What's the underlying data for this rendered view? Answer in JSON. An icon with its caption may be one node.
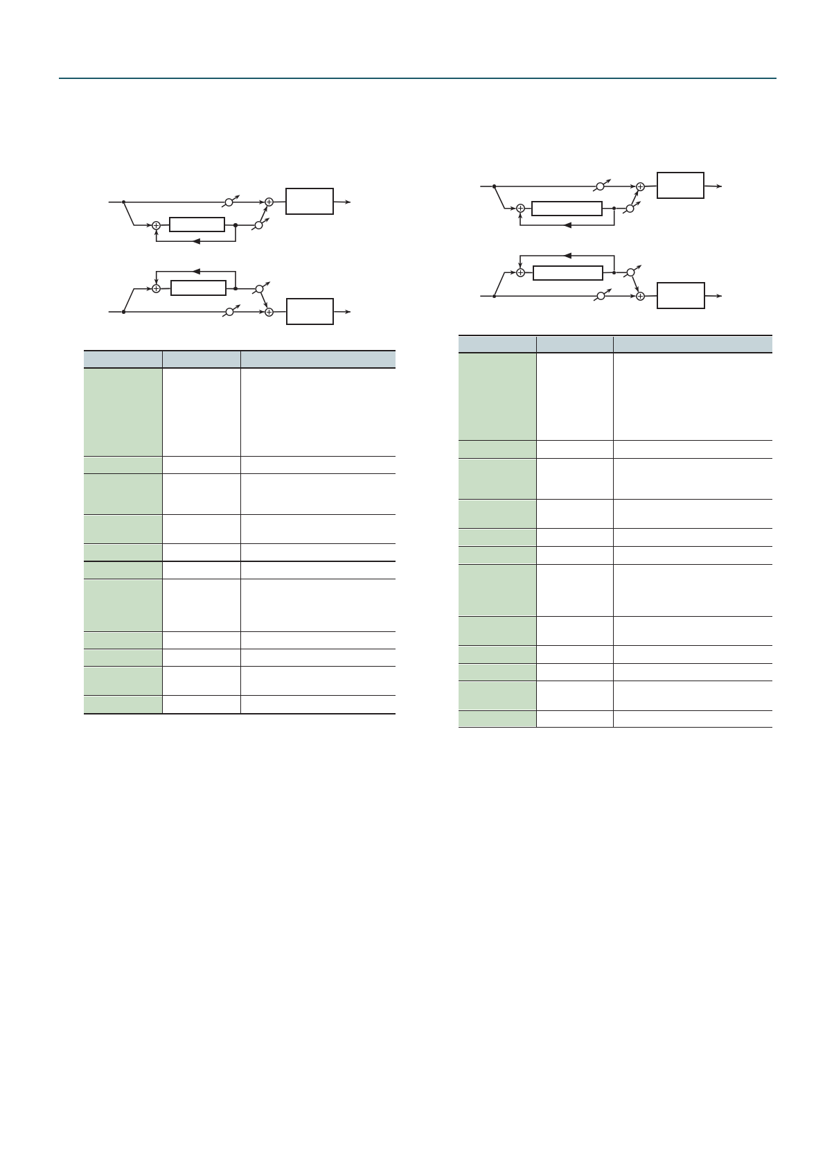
{
  "diagram": {
    "nodes": [
      {
        "text": [],
        "shape": "dot"
      },
      {
        "text": [],
        "shape": "circle"
      },
      {
        "text": [],
        "shape": "circle"
      },
      {
        "text": [],
        "shape": "box"
      },
      {
        "text": [],
        "shape": "circle"
      },
      {
        "text": [],
        "shape": "box"
      },
      {
        "text": [],
        "shape": "dot"
      },
      {
        "text": [],
        "shape": "circle"
      },
      {
        "text": [],
        "shape": "circle"
      },
      {
        "text": [],
        "shape": "box"
      },
      {
        "text": [],
        "shape": "dot"
      },
      {
        "text": [],
        "shape": "circle"
      },
      {
        "text": [],
        "shape": "dot"
      },
      {
        "text": [],
        "shape": "circle"
      },
      {
        "text": [],
        "shape": "circle"
      },
      {
        "text": [],
        "shape": "box"
      },
      {
        "text": [],
        "shape": "dot"
      },
      {
        "text": [],
        "shape": "circle"
      },
      {
        "text": [],
        "shape": "circle"
      },
      {
        "text": [],
        "shape": "box"
      },
      {
        "text": [],
        "shape": "circle"
      },
      {
        "text": [],
        "shape": "box"
      },
      {
        "text": [],
        "shape": "dot"
      },
      {
        "text": [],
        "shape": "circle"
      },
      {
        "text": [],
        "shape": "circle"
      },
      {
        "text": [],
        "shape": "box"
      },
      {
        "text": [],
        "shape": "dot"
      },
      {
        "text": [],
        "shape": "circle"
      },
      {
        "text": [],
        "shape": "dot"
      },
      {
        "text": [],
        "shape": "circle"
      },
      {
        "text": [],
        "shape": "circle"
      },
      {
        "text": [],
        "shape": "box"
      }
    ],
    "edges": [
      {
        "from": null,
        "to": 0,
        "arrow": "none"
      },
      {
        "from": 0,
        "to": 1,
        "arrow": "none"
      },
      {
        "from": 1,
        "to": 2,
        "arrow": "to"
      },
      {
        "from": 2,
        "to": 3,
        "arrow": "none"
      },
      {
        "from": 3,
        "to": null,
        "arrow": "to"
      },
      {
        "from": 0,
        "to": 4,
        "arrow": "to"
      },
      {
        "from": 4,
        "to": 5,
        "arrow": "none"
      },
      {
        "from": 5,
        "to": 6,
        "arrow": "none"
      },
      {
        "from": 6,
        "to": 7,
        "arrow": "none"
      },
      {
        "from": 7,
        "to": 2,
        "arrow": "to"
      },
      {
        "from": 6,
        "to": 4,
        "arrow": "to"
      },
      {
        "from": null,
        "to": 12,
        "arrow": "none"
      },
      {
        "from": 12,
        "to": 13,
        "arrow": "none"
      },
      {
        "from": 13,
        "to": 14,
        "arrow": "to"
      },
      {
        "from": 14,
        "to": 15,
        "arrow": "none"
      },
      {
        "from": 15,
        "to": null,
        "arrow": "to"
      },
      {
        "from": 12,
        "to": 8,
        "arrow": "to"
      },
      {
        "from": 8,
        "to": 9,
        "arrow": "none"
      },
      {
        "from": 9,
        "to": 10,
        "arrow": "none"
      },
      {
        "from": 10,
        "to": 11,
        "arrow": "none"
      },
      {
        "from": 11,
        "to": 14,
        "arrow": "to"
      },
      {
        "from": 10,
        "to": 8,
        "arrow": "to"
      },
      {
        "from": null,
        "to": 16,
        "arrow": "none"
      },
      {
        "from": 16,
        "to": 17,
        "arrow": "none"
      },
      {
        "from": 17,
        "to": 18,
        "arrow": "to"
      },
      {
        "from": 18,
        "to": 19,
        "arrow": "none"
      },
      {
        "from": 19,
        "to": null,
        "arrow": "to"
      },
      {
        "from": 16,
        "to": 20,
        "arrow": "to"
      },
      {
        "from": 20,
        "to": 21,
        "arrow": "none"
      },
      {
        "from": 21,
        "to": 22,
        "arrow": "none"
      },
      {
        "from": 22,
        "to": 23,
        "arrow": "none"
      },
      {
        "from": 23,
        "to": 18,
        "arrow": "to"
      },
      {
        "from": 22,
        "to": 20,
        "arrow": "to"
      },
      {
        "from": null,
        "to": 28,
        "arrow": "none"
      },
      {
        "from": 28,
        "to": 29,
        "arrow": "none"
      },
      {
        "from": 29,
        "to": 30,
        "arrow": "to"
      },
      {
        "from": 30,
        "to": 31,
        "arrow": "none"
      },
      {
        "from": 31,
        "to": null,
        "arrow": "to"
      },
      {
        "from": 28,
        "to": 24,
        "arrow": "to"
      },
      {
        "from": 24,
        "to": 25,
        "arrow": "none"
      },
      {
        "from": 25,
        "to": 26,
        "arrow": "none"
      },
      {
        "from": 26,
        "to": 27,
        "arrow": "none"
      },
      {
        "from": 27,
        "to": 30,
        "arrow": "to"
      },
      {
        "from": 26,
        "to": 24,
        "arrow": "to"
      }
    ]
  }
}
